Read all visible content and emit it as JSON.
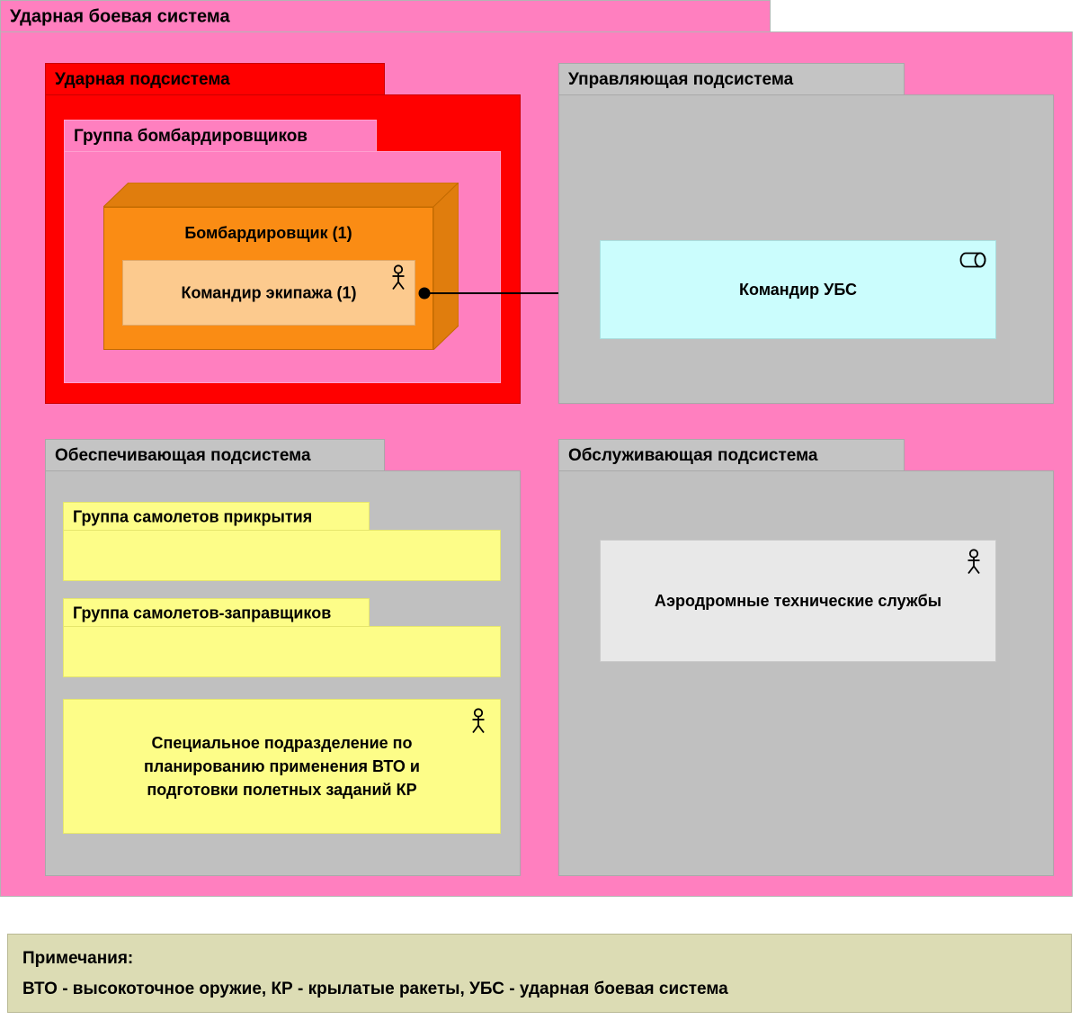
{
  "root_package": {
    "title": "Ударная боевая система",
    "color": "#ff7fbf"
  },
  "subsystems": {
    "strike": {
      "title": "Ударная подсистема",
      "color": "#ff0000",
      "bomber_group": {
        "title": "Группа бомбардировщиков",
        "color": "#ff7fbf",
        "bomber_node": {
          "title": "Бомбардировщик (1)",
          "color": "#fa8c14",
          "crew_commander": {
            "title": "Командир экипажа (1)",
            "color": "#fcca8e",
            "icon": "actor-icon"
          }
        }
      }
    },
    "control": {
      "title": "Управляющая подсистема",
      "color": "#c0c0c0",
      "commander_ubs": {
        "title": "Командир УБС",
        "color": "#cbfdfd",
        "icon": "cylinder-device-icon"
      }
    },
    "support": {
      "title": "Обеспечивающая подсистема",
      "color": "#c0c0c0",
      "groups": [
        {
          "title": "Группа самолетов прикрытия",
          "color": "#fdfd88"
        },
        {
          "title": "Группа самолетов-заправщиков",
          "color": "#fdfd88"
        }
      ],
      "special_unit": {
        "lines": [
          "Специальное подразделение по",
          "планированию применения ВТО и",
          "подготовки полетных заданий КР"
        ],
        "color": "#fdfd88",
        "icon": "actor-icon"
      }
    },
    "service": {
      "title": "Обслуживающая подсистема",
      "color": "#c0c0c0",
      "airfield_services": {
        "title": "Аэродромные технические службы",
        "color": "#e8e8e8",
        "icon": "actor-icon"
      }
    }
  },
  "connector": {
    "from": "Командир экипажа (1)",
    "to": "Командир УБС",
    "style": "solid-line-with-filled-ball-and-arrowhead"
  },
  "notes": {
    "heading": "Примечания:",
    "text": "ВТО - высокоточное оружие,   КР - крылатые ракеты, УБС - ударная боевая система",
    "color": "#dcdcb4"
  }
}
